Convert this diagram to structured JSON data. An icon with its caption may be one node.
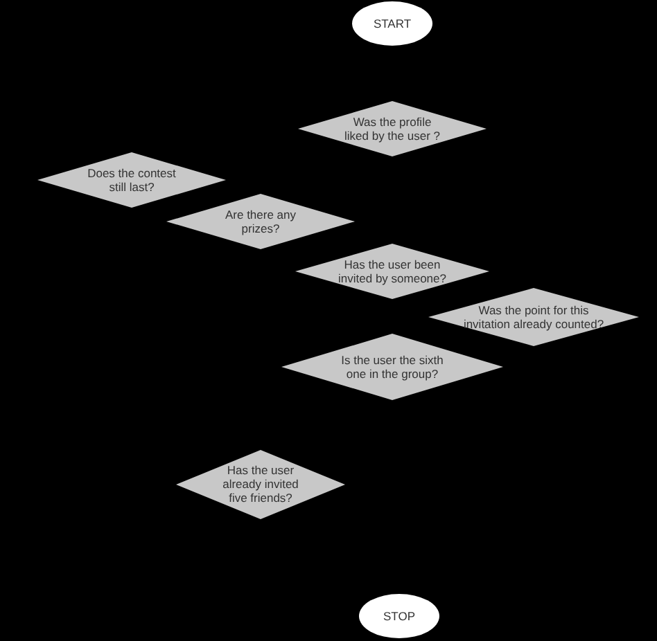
{
  "diagram": {
    "nodes": [
      {
        "text": [
          "START"
        ]
      },
      {
        "text": [
          "Was the profile liked by the user ?"
        ]
      },
      {
        "text": [
          "Does the contest still last?"
        ]
      },
      {
        "text": [
          "Are there any prizes?"
        ]
      },
      {
        "text": [
          "Has the user been invited by someone?"
        ]
      },
      {
        "text": [
          "Was the point for this invitation already counted?"
        ]
      },
      {
        "text": [
          "Is the user the sixth one in the group?"
        ]
      },
      {
        "text": [
          "Has the user already invited five friends?"
        ]
      },
      {
        "text": [
          "STOP"
        ]
      }
    ]
  }
}
